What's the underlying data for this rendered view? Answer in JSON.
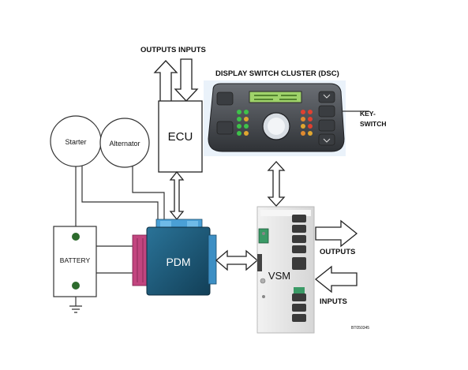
{
  "labels": {
    "outputs_inputs": "OUTPUTS INPUTS",
    "dsc_title": "DISPLAY SWITCH CLUSTER (DSC)",
    "key_switch_1": "KEY-",
    "key_switch_2": "SWITCH",
    "ecu": "ECU",
    "starter": "Starter",
    "alternator": "Alternator",
    "battery": "BATTERY",
    "pdm": "PDM",
    "vsm": "VSM",
    "outputs": "OUTPUTS",
    "inputs": "INPUTS",
    "figure_code": "BT050345"
  },
  "colors": {
    "pdm_body": "#1d5a7a",
    "pdm_connector_pink": "#c2457f",
    "pdm_connector_blue": "#3d8fc4",
    "dsc_body": "#4a4d52",
    "dsc_screen": "#9fd36a",
    "vsm_body": "#e7e7e7"
  }
}
